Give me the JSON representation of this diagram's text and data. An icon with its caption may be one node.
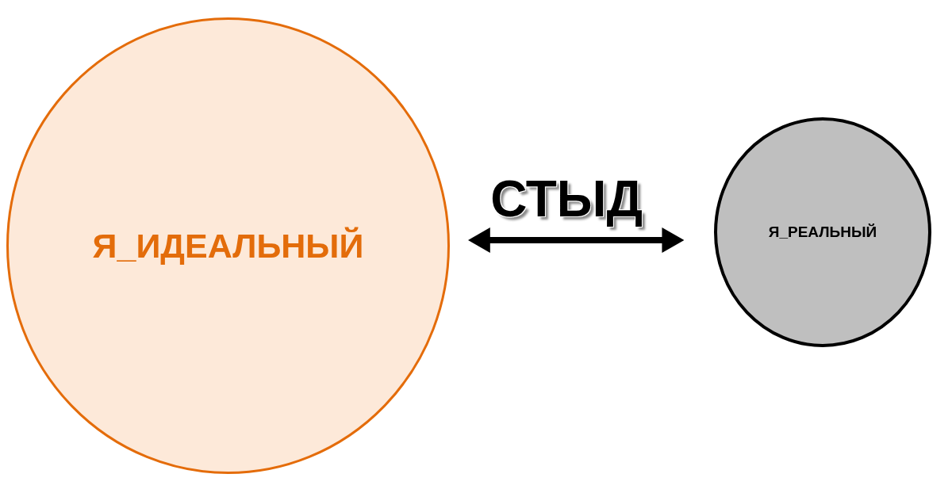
{
  "diagram": {
    "nodes": [
      {
        "text": [
          "Я_ИДЕАЛЬНЫЙ"
        ]
      },
      {
        "text": [
          "Я_РЕАЛЬНЫЙ"
        ]
      }
    ],
    "edges": [
      {
        "from": 0,
        "to": 1,
        "arrow": "both",
        "label": "СТЫД"
      }
    ]
  }
}
